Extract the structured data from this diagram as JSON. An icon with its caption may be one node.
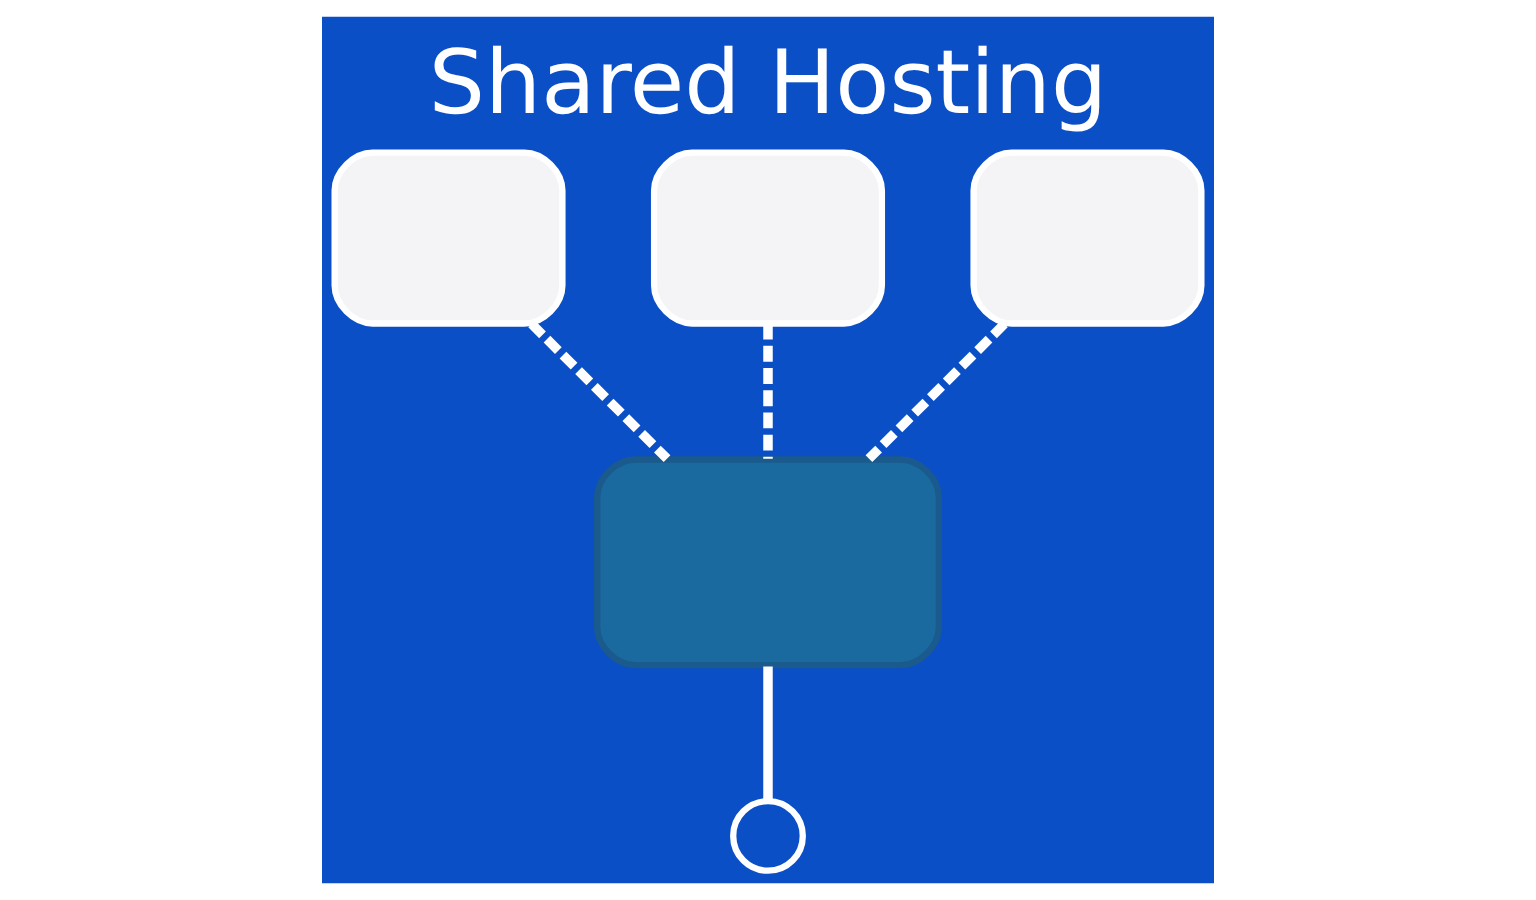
{
  "diagram": {
    "title": "Shared Hosting",
    "nodes": [
      {
        "text": [],
        "shape": "box"
      },
      {
        "text": [],
        "shape": "box"
      },
      {
        "text": [],
        "shape": "box"
      },
      {
        "text": [],
        "shape": "box"
      },
      {
        "text": [],
        "shape": "circle"
      }
    ],
    "edges": [
      {
        "from": 0,
        "to": 3,
        "arrow": "none",
        "style": "dashed"
      },
      {
        "from": 1,
        "to": 3,
        "arrow": "none",
        "style": "dashed"
      },
      {
        "from": 2,
        "to": 3,
        "arrow": "none",
        "style": "dashed"
      },
      {
        "from": 3,
        "to": 4,
        "arrow": "none"
      }
    ]
  }
}
